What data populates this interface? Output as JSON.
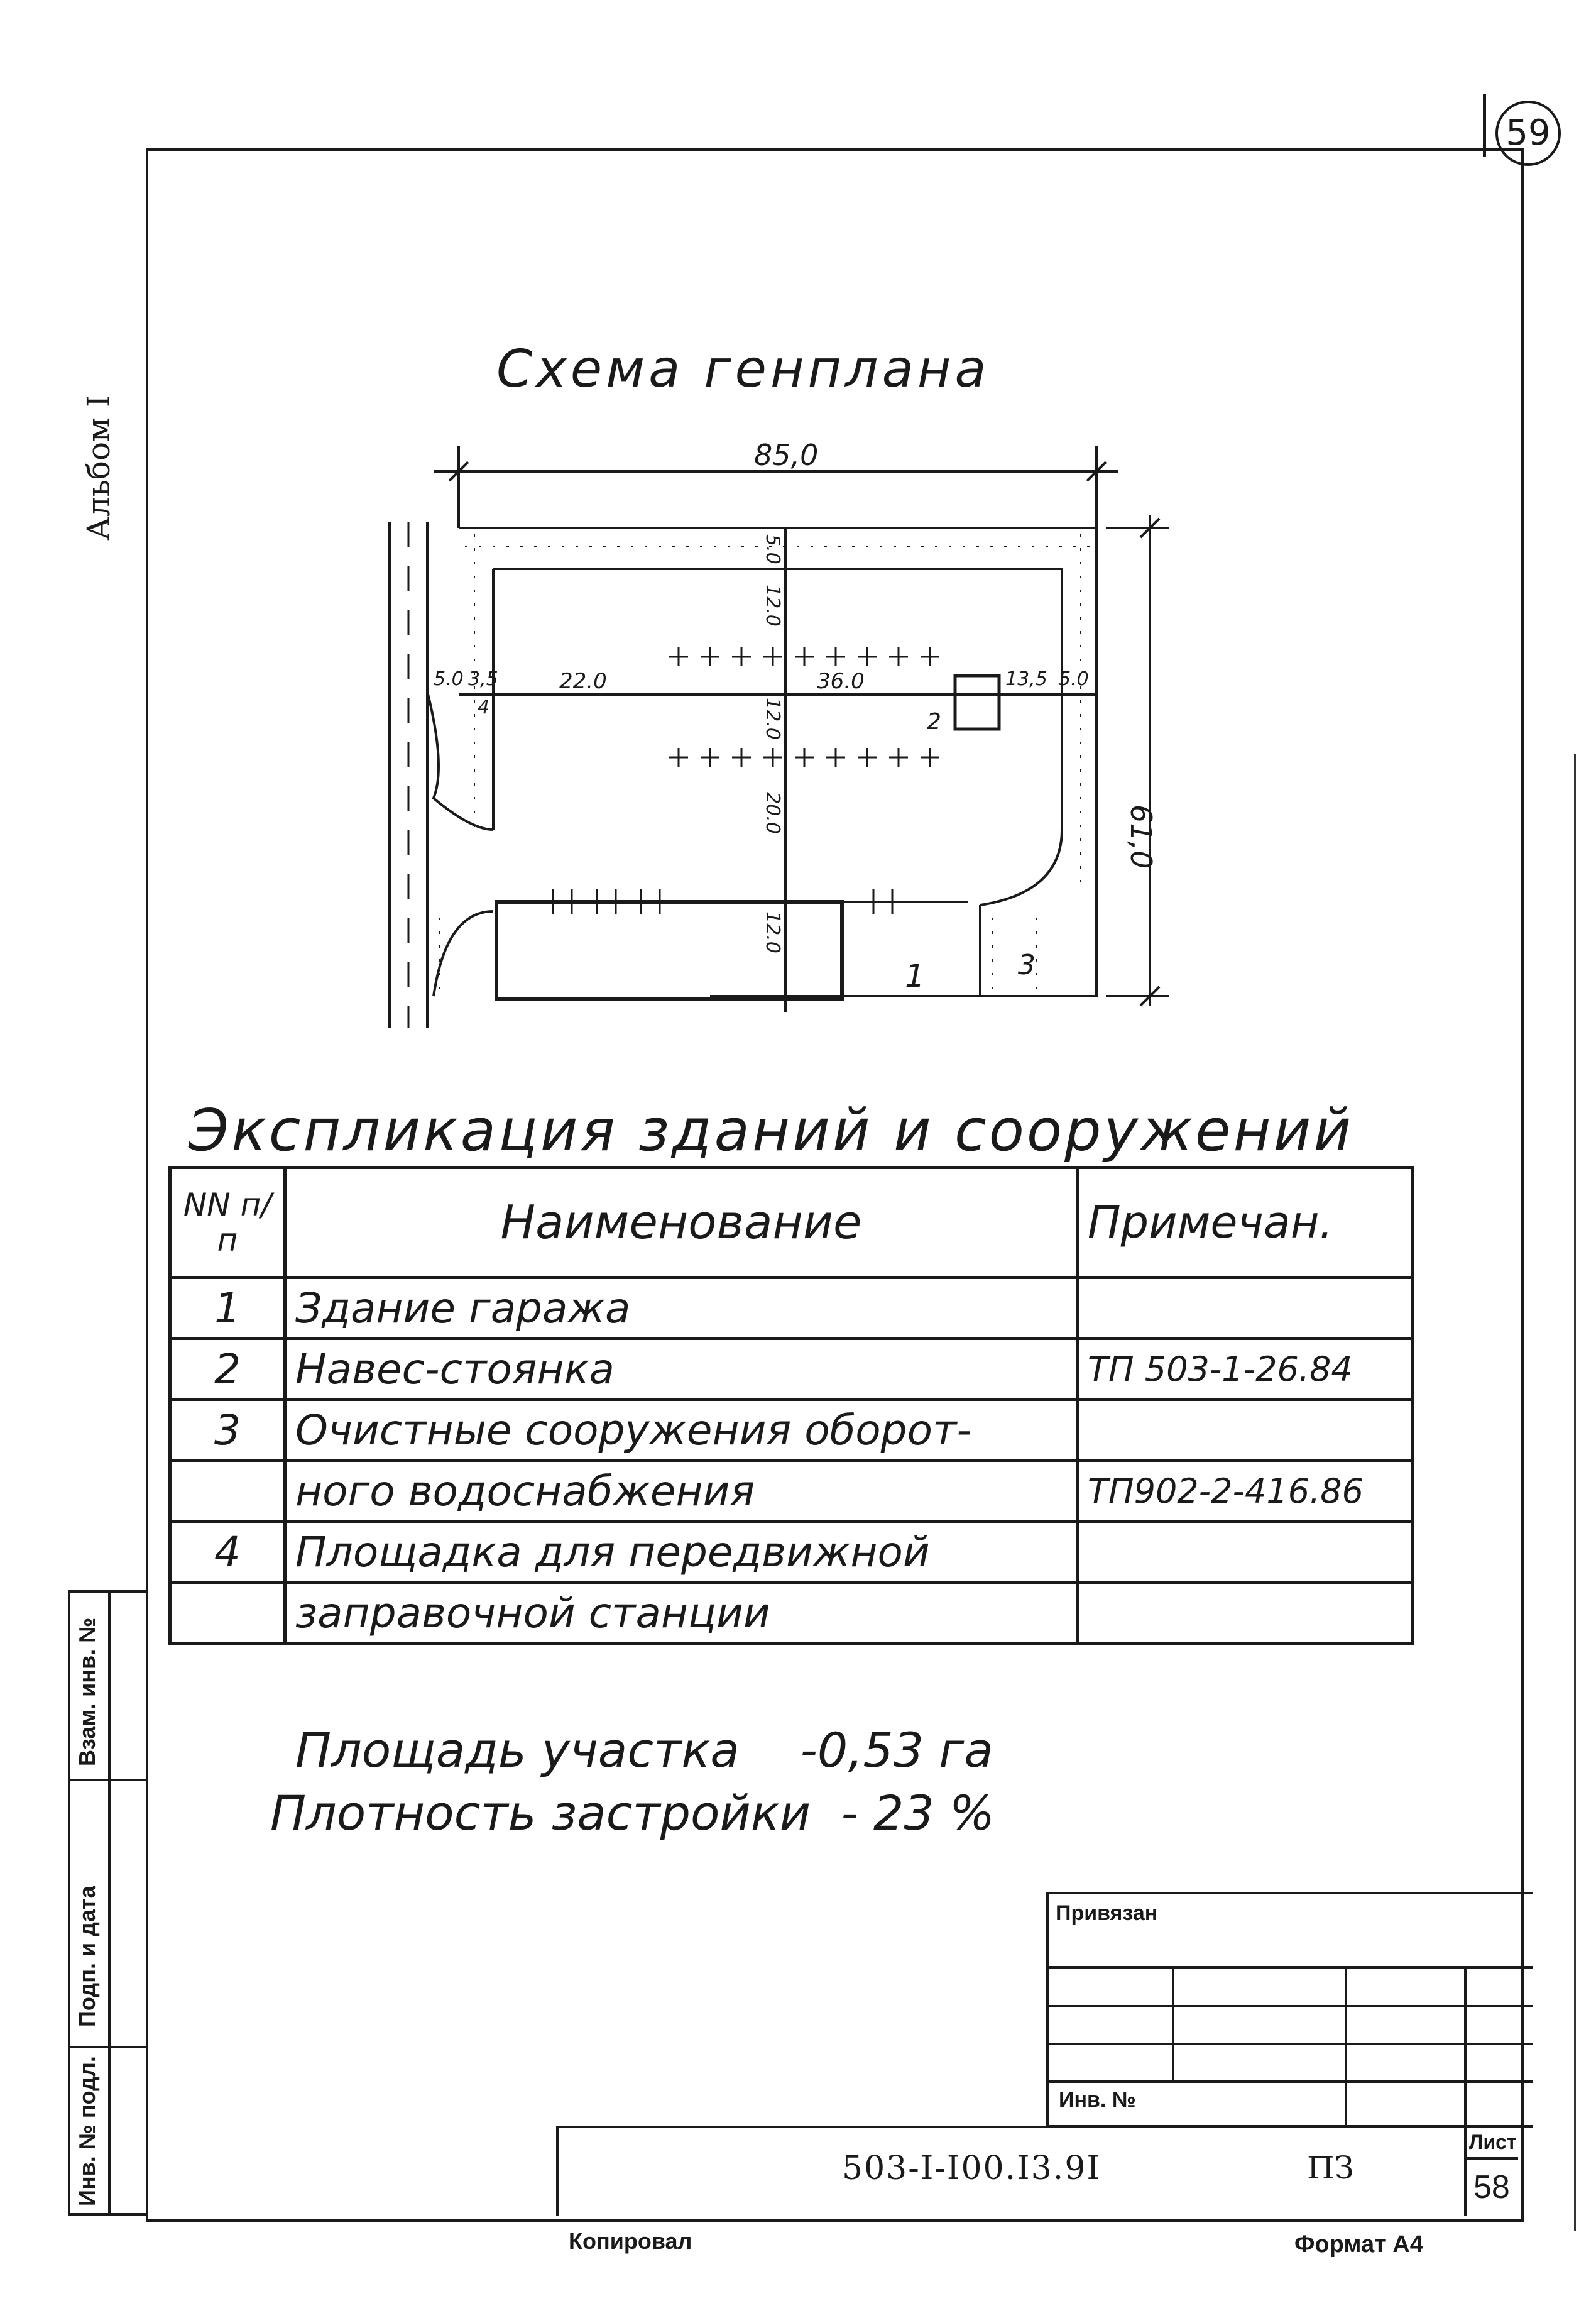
{
  "sheet_number_circle": "59",
  "album_label": "Альбом I",
  "plan": {
    "title": "Схема генплана",
    "dims": {
      "width_total": "85,0",
      "height_total": "61,0",
      "d_top": "5.0",
      "d_12a": "12.0",
      "d_12b": "12.0",
      "d_20": "20.0",
      "d_12c": "12.0",
      "d_left1": "5.0",
      "d_left2": "3,5",
      "d_22": "22.0",
      "d_36": "36.0",
      "d_135": "13,5",
      "d_right": "5.0"
    },
    "markers": {
      "m1": "1",
      "m2": "2",
      "m3": "3",
      "m4": "4"
    }
  },
  "explication": {
    "title": "Экспликация зданий и сооружений",
    "headers": {
      "num": "NN п/п",
      "name": "Наименование",
      "note": "Примечан."
    },
    "rows": [
      {
        "num": "1",
        "name": "Здание гаража",
        "note": ""
      },
      {
        "num": "2",
        "name": "Навес-стоянка",
        "note": "ТП 503-1-26.84"
      },
      {
        "num": "3",
        "name": "Очистные сооружения оборот-",
        "note": ""
      },
      {
        "num": "",
        "name": "ного водоснабжения",
        "note": "ТП902-2-416.86"
      },
      {
        "num": "4",
        "name": "Площадка для передвижной",
        "note": ""
      },
      {
        "num": "",
        "name": "заправочной станции",
        "note": ""
      }
    ]
  },
  "notes": {
    "area": "Площадь участка    -0,53 га",
    "density": "Плотность застройки  - 23 %"
  },
  "stamp": {
    "privyazan": "Привязан",
    "inv_no": "Инв. №",
    "doc_code": "503-I-I00.I3.9I",
    "doc_type": "ПЗ",
    "sheet_label": "Лист",
    "sheet_value": "58"
  },
  "side_labels": {
    "vzam_inv": "Взам. инв. №",
    "podp_data": "Подп. и дата",
    "inv_podl": "Инв. № подл."
  },
  "footer": {
    "copied": "Копировал",
    "format": "Формат А4"
  }
}
